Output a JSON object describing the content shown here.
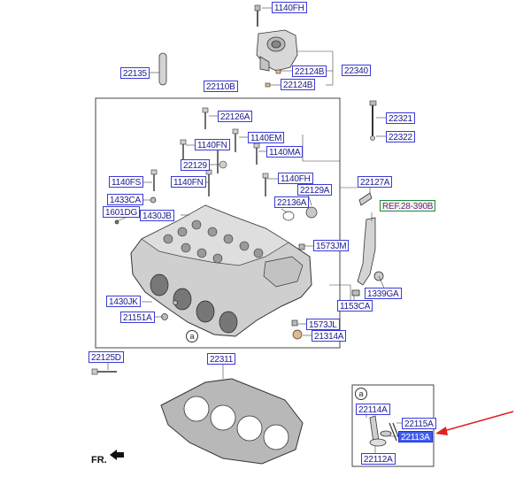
{
  "labels": {
    "l1140FH_top": "1140FH",
    "l22340": "22340",
    "l22124B_a": "22124B",
    "l22124B_b": "22124B",
    "l22135": "22135",
    "l22110B": "22110B",
    "l22126A": "22126A",
    "l22321": "22321",
    "l22322": "22322",
    "l1140EM": "1140EM",
    "l1140FN_a": "1140FN",
    "l1140MA": "1140MA",
    "l22129_a": "22129",
    "l1140FS": "1140FS",
    "l1140FN_b": "1140FN",
    "l1140FH_mid": "1140FH",
    "l22127A": "22127A",
    "l22129A": "22129A",
    "l1433CA": "1433CA",
    "l22136A": "22136A",
    "lREF": "REF.28-390B",
    "l1601DG": "1601DG",
    "l1430JB": "1430JB",
    "l1573JM": "1573JM",
    "l1339GA": "1339GA",
    "l1153CA": "1153CA",
    "l1430JK": "1430JK",
    "l21151A": "21151A",
    "l1573JL": "1573JL",
    "l21314A": "21314A",
    "l22125D": "22125D",
    "l22311": "22311",
    "l22114A": "22114A",
    "l22115A": "22115A",
    "l22113A": "22113A",
    "l22112A": "22112A"
  },
  "callout_a": "a",
  "callout_a_detail": "a",
  "fr_label": "FR.",
  "colors": {
    "label_border": "#3a3ad8",
    "label_text": "#1a1a8c",
    "selected_fill": "#3f5cf0",
    "arrow": "#e02020",
    "ref_border": "#1e8a3a"
  }
}
